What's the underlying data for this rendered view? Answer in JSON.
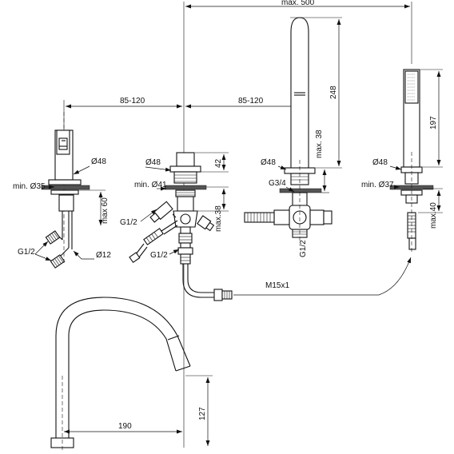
{
  "dimensions": {
    "max_500": "max. 500",
    "spacing_left": "85-120",
    "spacing_right": "85-120",
    "h_248": "248",
    "h_197": "197",
    "h_42": "42",
    "h_127": "127",
    "w_190": "190",
    "max_38_spout": "max. 38",
    "max_38_valve": "max.38",
    "max_60": "max 60",
    "max_40": "max.40"
  },
  "labels": {
    "d48_1": "Ø48",
    "d48_2": "Ø48",
    "d48_3": "Ø48",
    "d48_4": "Ø48",
    "min_d35": "min. Ø35",
    "min_d41": "min. Ø41",
    "min_d37": "min. Ø37",
    "g12_left": "G1/2",
    "g12_mid1": "G1/2",
    "g12_mid2": "G1/2",
    "g12_spout": "G1/2",
    "g34": "G3/4",
    "d12": "Ø12",
    "m15x1": "M15x1"
  }
}
